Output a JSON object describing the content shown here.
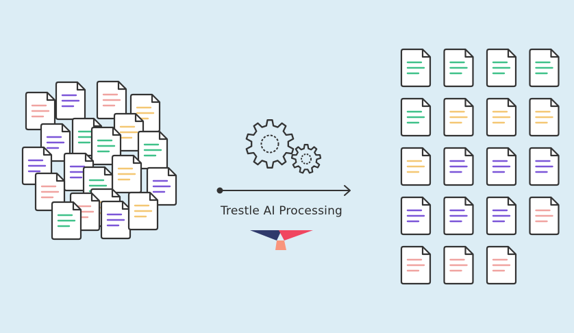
{
  "title": "Trestle AI Processing",
  "colors": {
    "background": "#dcedf5",
    "outline": "#333333",
    "page": "#ffffff",
    "green": "#3fc189",
    "purple": "#7b55d8",
    "orange": "#f4c773",
    "red": "#f0a3a0",
    "logo_navy": "#2f3a6b",
    "logo_red": "#f04660",
    "logo_peach": "#f9957c"
  },
  "icons": [
    "document-icon",
    "gear-icon",
    "arrow-icon",
    "trestle-logo-icon"
  ],
  "unsorted_documents": [
    "red",
    "purple",
    "red",
    "orange",
    "green",
    "orange",
    "purple",
    "green",
    "green",
    "purple",
    "purple",
    "orange",
    "green",
    "red",
    "purple",
    "orange",
    "red",
    "green",
    "purple",
    "orange"
  ],
  "sorted_documents": [
    [
      "green",
      "green",
      "green",
      "green"
    ],
    [
      "green",
      "orange",
      "orange",
      "orange"
    ],
    [
      "orange",
      "purple",
      "purple",
      "purple"
    ],
    [
      "purple",
      "purple",
      "purple",
      "red"
    ],
    [
      "red",
      "red",
      "red"
    ]
  ]
}
